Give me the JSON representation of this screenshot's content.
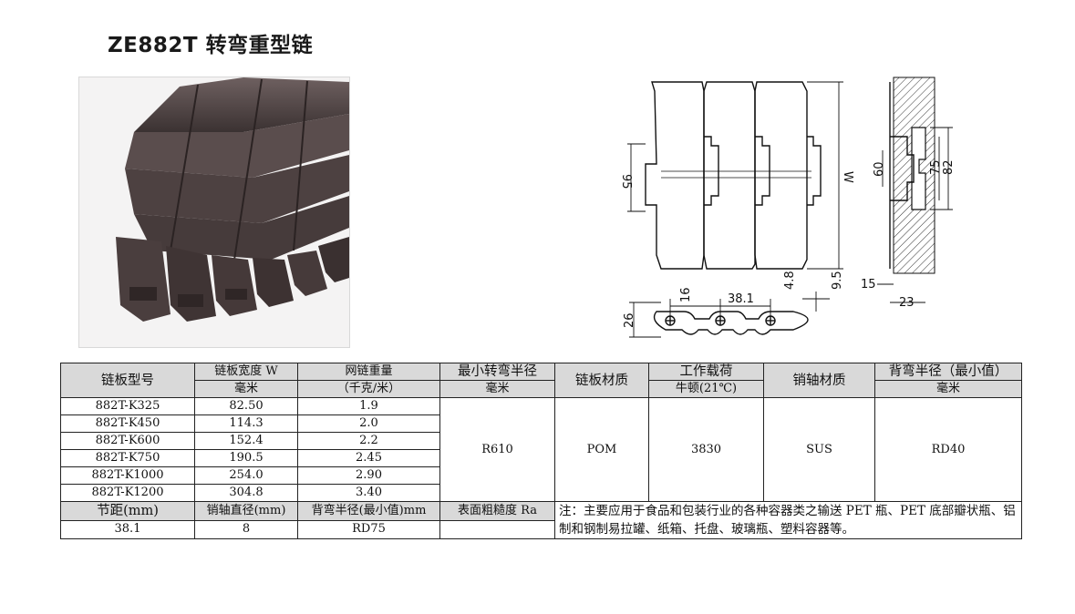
{
  "title": "ZE882T 转弯重型链",
  "drawing": {
    "dims": {
      "d95": "95",
      "w": "W",
      "d16": "16",
      "d381": "38.1",
      "d48": "4.8",
      "d95b": "9.5",
      "d26": "26",
      "d60": "60",
      "d75": "75",
      "d82": "82",
      "d15": "15",
      "d23": "23"
    }
  },
  "table": {
    "headers": {
      "model": "链板型号",
      "width": "链板宽度 W",
      "width_unit": "毫米",
      "weight": "网链重量",
      "weight_unit": "（千克/米）",
      "radius": "最小转弯半径",
      "radius_unit": "毫米",
      "material": "链板材质",
      "load": "工作载荷",
      "load_unit": "牛顿(21℃)",
      "pin_material": "销轴材质",
      "back_radius": "背弯半径（最小值）",
      "back_radius_unit": "毫米"
    },
    "rows": [
      {
        "model": "882T-K325",
        "width": "82.50",
        "weight": "1.9"
      },
      {
        "model": "882T-K450",
        "width": "114.3",
        "weight": "2.0"
      },
      {
        "model": "882T-K600",
        "width": "152.4",
        "weight": "2.2"
      },
      {
        "model": "882T-K750",
        "width": "190.5",
        "weight": "2.45"
      },
      {
        "model": "882T-K1000",
        "width": "254.0",
        "weight": "2.90"
      },
      {
        "model": "882T-K1200",
        "width": "304.8",
        "weight": "3.40"
      }
    ],
    "shared": {
      "radius": "R610",
      "material": "POM",
      "load": "3830",
      "pin_material": "SUS",
      "back_radius": "RD40"
    },
    "footer": {
      "pitch_label": "节距(mm)",
      "pin_dia_label": "销轴直径(mm)",
      "back_radius_label": "背弯半径(最小值)mm",
      "roughness_label": "表面粗糙度 Ra",
      "pitch_value": "38.1",
      "pin_dia_value": "8",
      "back_radius_value": "RD75",
      "roughness_value": "",
      "note": "注：主要应用于食品和包装行业的各种容器类之输送 PET 瓶、PET 底部瓣状瓶、铝制和钢制易拉罐、纸箱、托盘、玻璃瓶、塑料容器等。"
    }
  }
}
